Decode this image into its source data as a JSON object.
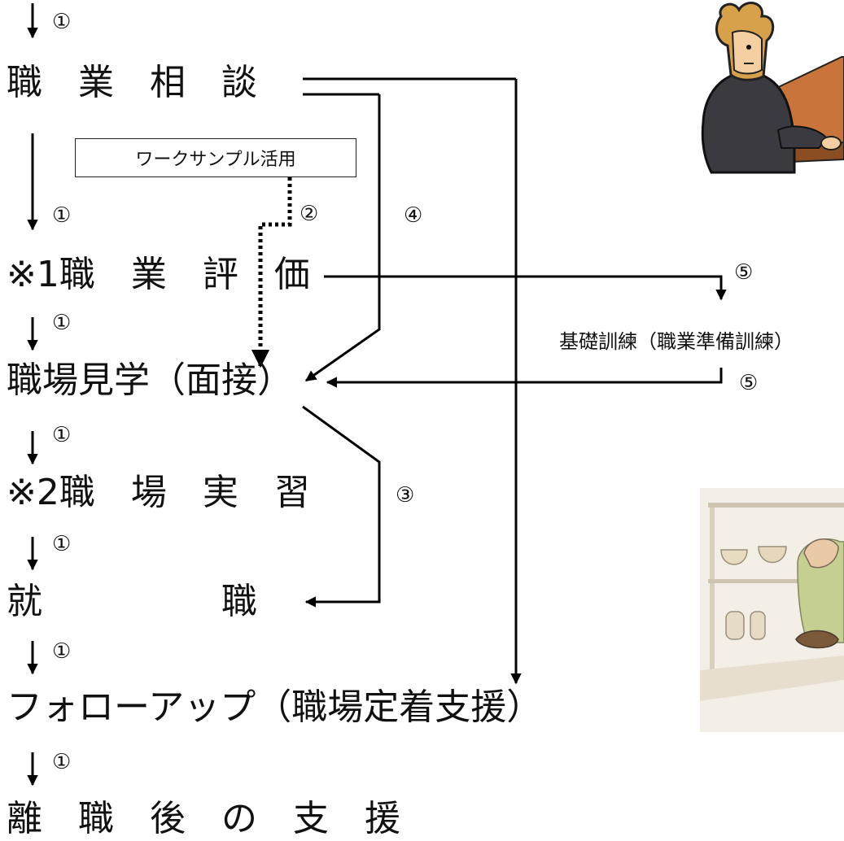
{
  "steps": {
    "consultation": "職　業　相　談",
    "evaluation": "※1職　業　評　価",
    "visit": "職場見学（面接）",
    "internship": "※2職　場　実　習",
    "employment": "就　　　　　職",
    "followup": "フォローアップ（職場定着支援）",
    "after_leaving": "離　職　後　の　支　援"
  },
  "work_sample_box": "ワークサンプル活用",
  "basic_training": "基礎訓練（職業準備訓練）",
  "route_numbers": {
    "n1": "①",
    "n2": "②",
    "n3": "③",
    "n4": "④",
    "n5": "⑤"
  },
  "illustrations": {
    "top_right": "person-at-desk-illustration",
    "bottom_right": "pottery-craft-illustration"
  }
}
